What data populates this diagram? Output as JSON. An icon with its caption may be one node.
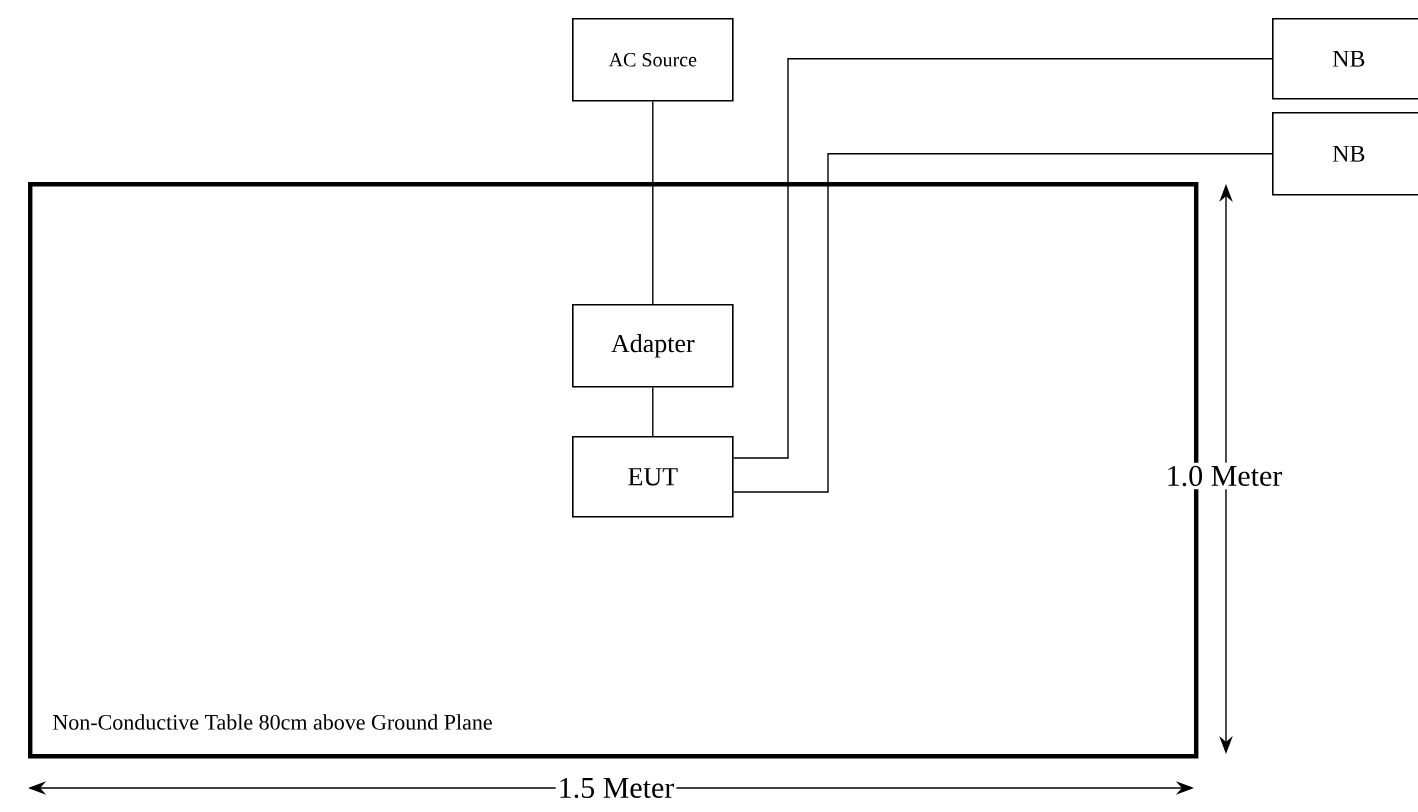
{
  "diagram": {
    "nodes": [
      {
        "text": [
          "Non-Conductive Table 80cm above Ground Plane"
        ]
      },
      {
        "text": [
          "AC Source"
        ]
      },
      {
        "text": [
          "NB"
        ]
      },
      {
        "text": [
          "NB"
        ]
      },
      {
        "text": [
          "Adapter"
        ],
        "in": 0
      },
      {
        "text": [
          "EUT"
        ],
        "in": 0
      }
    ],
    "edges": [
      {
        "from": 1,
        "to": 4,
        "arrow": "none"
      },
      {
        "from": 4,
        "to": 5,
        "arrow": "none"
      },
      {
        "from": 5,
        "to": 2,
        "arrow": "none"
      },
      {
        "from": 5,
        "to": 3,
        "arrow": "none"
      }
    ],
    "labels": [
      "1.0 Meter",
      "1.5 Meter"
    ]
  }
}
